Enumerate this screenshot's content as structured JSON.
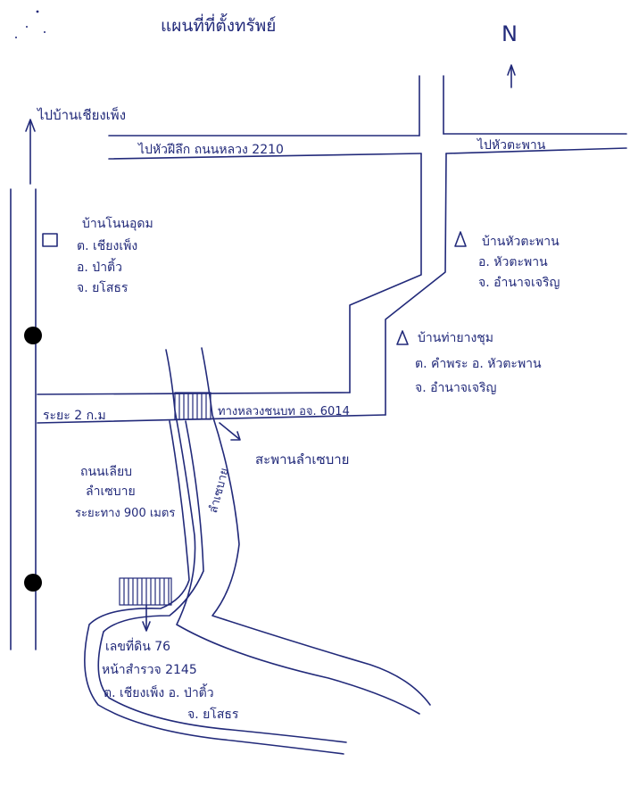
{
  "map": {
    "title": "แผนที่ที่ตั้งทรัพย์",
    "north_label": "N",
    "labels": {
      "to_ban_chiang_phueng": "ไปบ้านเชียงเพ็ง",
      "to_pho_sai_road": "ไปหัวฝีลึก ถนนหลวง 2210",
      "to_hua_taphan": "ไปหัวตะพาน",
      "ban_non_udom": "บ้านโนนอุดม",
      "ban_non_udom_tambon": "ต. เชียงเพ็ง",
      "ban_non_udom_amphoe": "อ. ป่าติ้ว",
      "ban_non_udom_province": "จ. ยโสธร",
      "ban_hua_taphan": "บ้านหัวตะพาน",
      "ban_hua_taphan_amphoe": "อ. หัวตะพาน",
      "ban_hua_taphan_province": "จ. อำนาจเจริญ",
      "ban_tha_yang_chum": "บ้านท่ายางชุม",
      "ban_tha_yang_chum_tambon": "ต. คำพระ อ. หัวตะพาน",
      "ban_tha_yang_chum_province": "จ. อำนาจเจริญ",
      "distance_2km": "ระยะ 2 ก.ม",
      "highway_6014": "ทางหลวงชนบท อจ. 6014",
      "lamsaebai_bridge": "สะพานลำเซบาย",
      "river_name": "ลำเซบาย",
      "levee_road": "ถนนเลียบ",
      "levee_road_2": "ลำเซบาย",
      "levee_distance": "ระยะทาง 900 เมตร",
      "deed_no": "เลขที่ดิน 76",
      "survey_no": "หน้าสำรวจ 2145",
      "deed_location": "ต. เชียงเพ็ง อ. ป่าติ้ว",
      "deed_province": "จ. ยโสธร"
    },
    "colors": {
      "ink": "#222a7a",
      "dot": "#000000",
      "background": "#ffffff"
    }
  }
}
